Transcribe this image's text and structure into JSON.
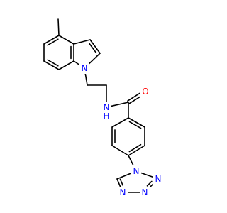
{
  "colors": {
    "background": "#ffffff",
    "bond": "#000000",
    "nitrogen": "#0000ff",
    "oxygen": "#ff0000",
    "hydrogen_label": "#0000ff"
  },
  "labels": {
    "indole_n": "N",
    "amide_n": "N",
    "amide_h": "H",
    "carbonyl_o": "O",
    "tetrazole_n1": "N",
    "tetrazole_n2": "N",
    "tetrazole_n3": "N",
    "tetrazole_n4": "N"
  }
}
